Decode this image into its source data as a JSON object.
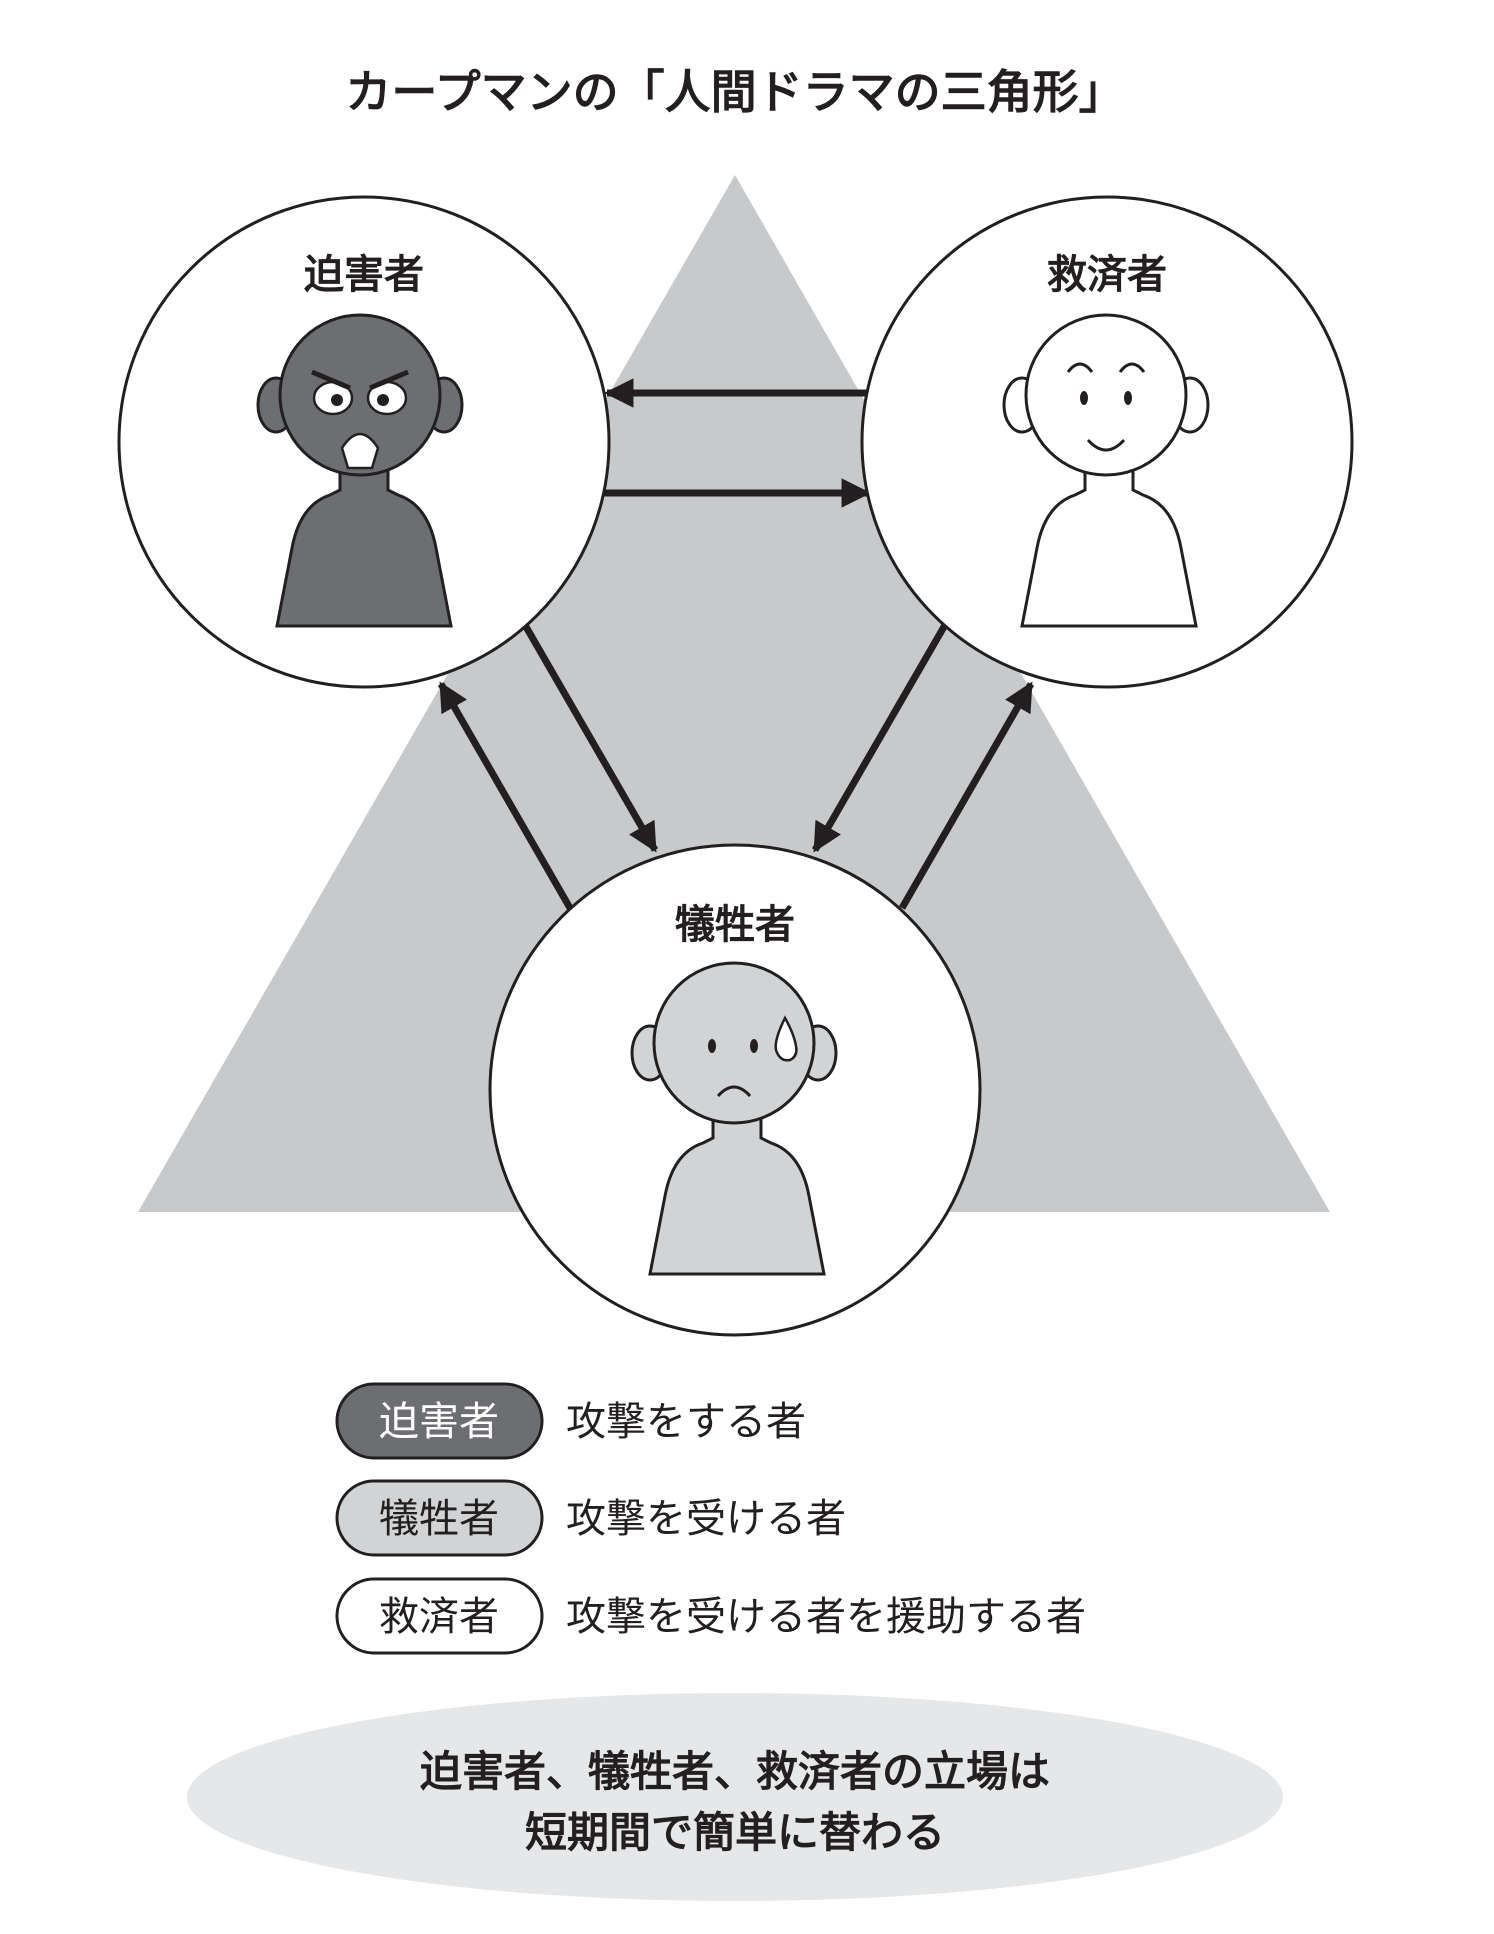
{
  "title": "カープマンの「人間ドラマの三角形」",
  "roles": {
    "persecutor": {
      "label": "迫害者",
      "face": "angry-face-icon"
    },
    "rescuer": {
      "label": "救済者",
      "face": "smiling-face-icon"
    },
    "victim": {
      "label": "犠牲者",
      "face": "worried-face-icon"
    }
  },
  "legend": [
    {
      "label": "迫害者",
      "description": "攻撃をする者"
    },
    {
      "label": "犠牲者",
      "description": "攻撃を受ける者"
    },
    {
      "label": "救済者",
      "description": "攻撃を受ける者を援助する者"
    }
  ],
  "caption": {
    "line1": "迫害者、犠牲者、救済者の立場は",
    "line2": "短期間で簡単に替わる"
  },
  "colors": {
    "persecutor": "#6d6e71",
    "victim": "#d1d3d4",
    "rescuer": "#ffffff",
    "triangle": "#c8c9cb",
    "caption_bg": "#e6e7e8",
    "stroke": "#231f20"
  }
}
